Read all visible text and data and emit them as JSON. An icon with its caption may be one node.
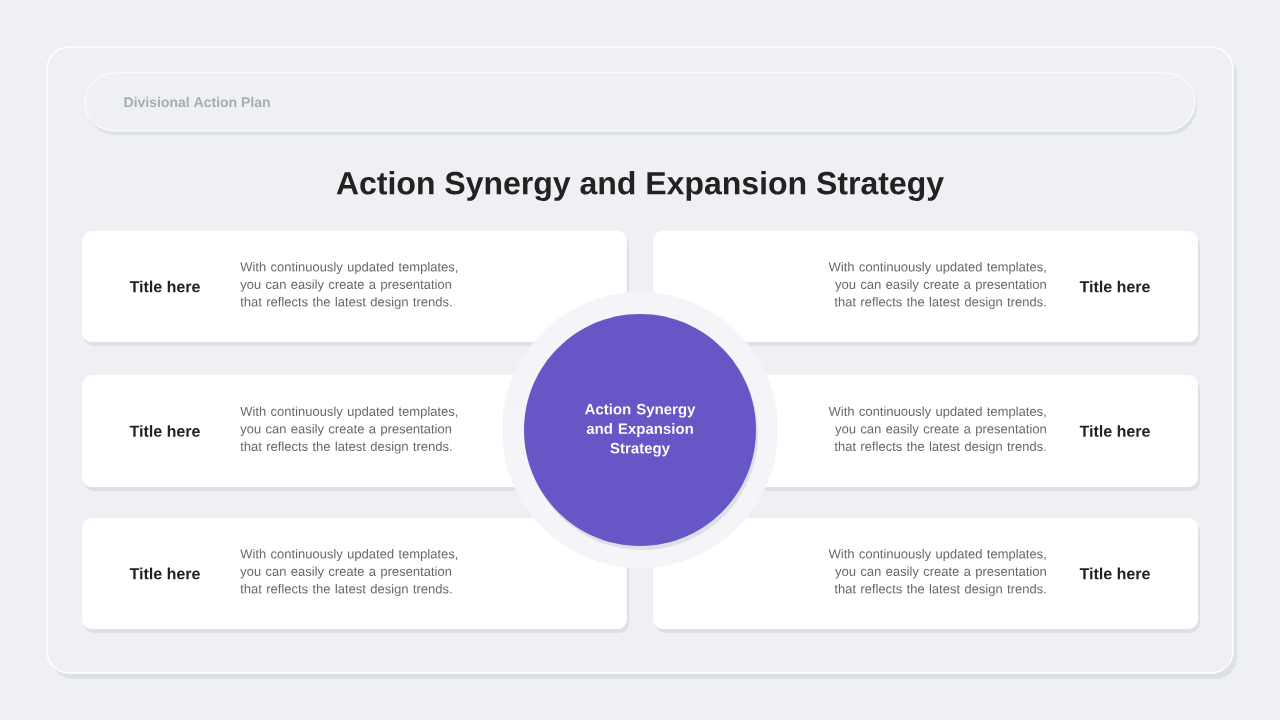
{
  "diagram": {
    "title": "Action Synergy and Expansion Strategy",
    "nodes": [
      {
        "text": [
          "Divisional Action Plan"
        ]
      },
      {
        "text": [
          "Title here",
          "With continuously updated templates, you can easily create a presentation that reflects the latest design trends."
        ]
      },
      {
        "text": [
          "With continuously updated templates, you can easily create a presentation that reflects the latest design trends.",
          "Title here"
        ]
      },
      {
        "text": [
          "Title here",
          "With continuously updated templates, you can easily create a presentation that reflects the latest design trends."
        ]
      },
      {
        "text": [
          "With continuously updated templates, you can easily create a presentation that reflects the latest design trends.",
          "Title here"
        ]
      },
      {
        "text": [
          "Title here",
          "With continuously updated templates, you can easily create a presentation that reflects the latest design trends."
        ]
      },
      {
        "text": [
          "With continuously updated templates, you can easily create a presentation that reflects the latest design trends.",
          "Title here"
        ]
      },
      {
        "text": [
          "Action Synergy and Expansion Strategy"
        ]
      }
    ]
  }
}
